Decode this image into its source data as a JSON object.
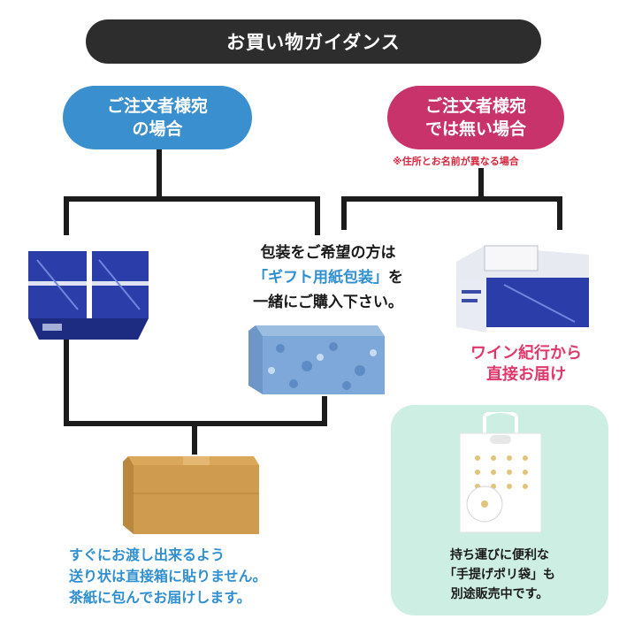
{
  "title": "お買い物ガイダンス",
  "case_same_address": {
    "line1": "ご注文者様宛",
    "line2": "の場合"
  },
  "case_other_address": {
    "line1": "ご注文者様宛",
    "line2": "では無い場合",
    "note": "※住所とお名前が異なる場合"
  },
  "gift_wrap": {
    "line1": "包装をご希望の方は",
    "highlight": "「ギフト用紙包装」",
    "line2_suffix": "を",
    "line3": "一緒にご購入下さい。"
  },
  "direct_shipping": {
    "line1": "ワイン紀行から",
    "line2": "直接お届け"
  },
  "bottom_note": {
    "line1": "すぐにお渡し出来るよう",
    "line2": "送り状は直接箱に貼りません。",
    "line3": "茶紙に包んでお届けします。"
  },
  "bag_info": {
    "line1": "持ち運びに便利な",
    "line2": "「手提げポリ袋」も",
    "line3": "別途販売中です。"
  },
  "colors": {
    "title_bg": "#2d2d2d",
    "blue": "#3a8fcf",
    "pink": "#c7336a",
    "red_note": "#d7263d",
    "mint_panel": "#cdeee3"
  },
  "icons": [
    "wine-box-blue",
    "gift-wrapped-box",
    "cardboard-box",
    "wine-box-open",
    "plastic-bag"
  ]
}
